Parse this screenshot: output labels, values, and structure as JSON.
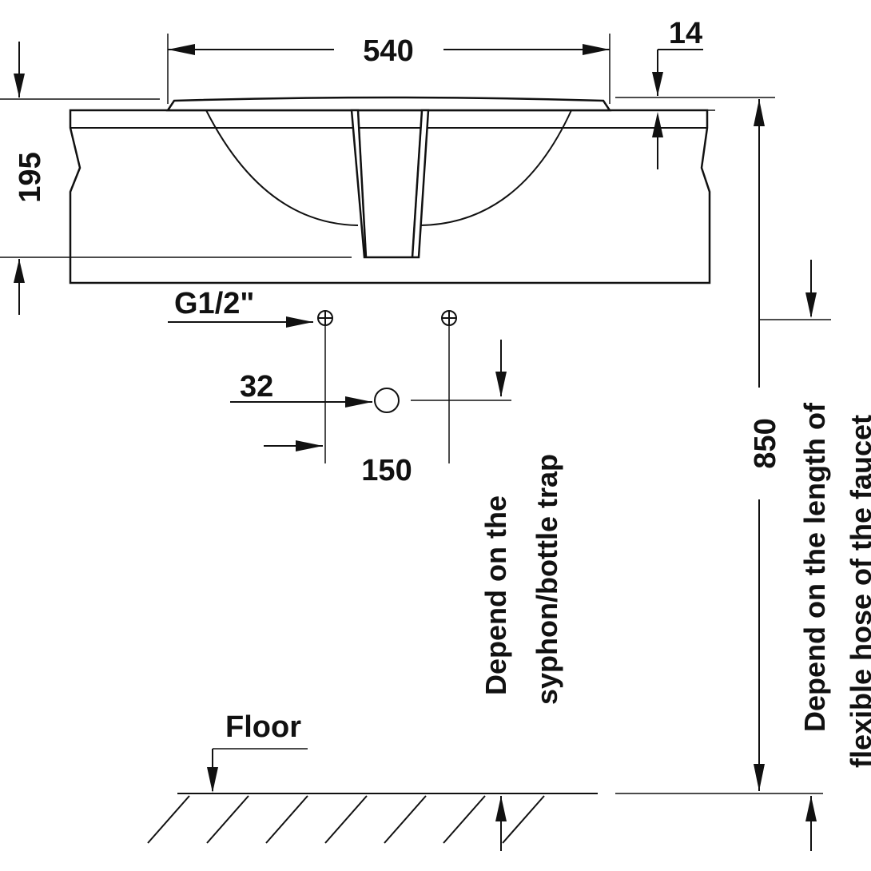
{
  "labels": {
    "width_540": "540",
    "rim_14": "14",
    "height_195": "195",
    "thread_g12": "G1/2\"",
    "drain_32": "32",
    "spacing_150": "150",
    "height_850": "850",
    "floor": "Floor",
    "syphon_line1": "Depend on the",
    "syphon_line2": "syphon/bottle trap",
    "faucet_line1": "Depend on the length of",
    "faucet_line2": "flexible hose of the faucet"
  },
  "colors": {
    "ink": "#111111",
    "background": "#ffffff"
  }
}
